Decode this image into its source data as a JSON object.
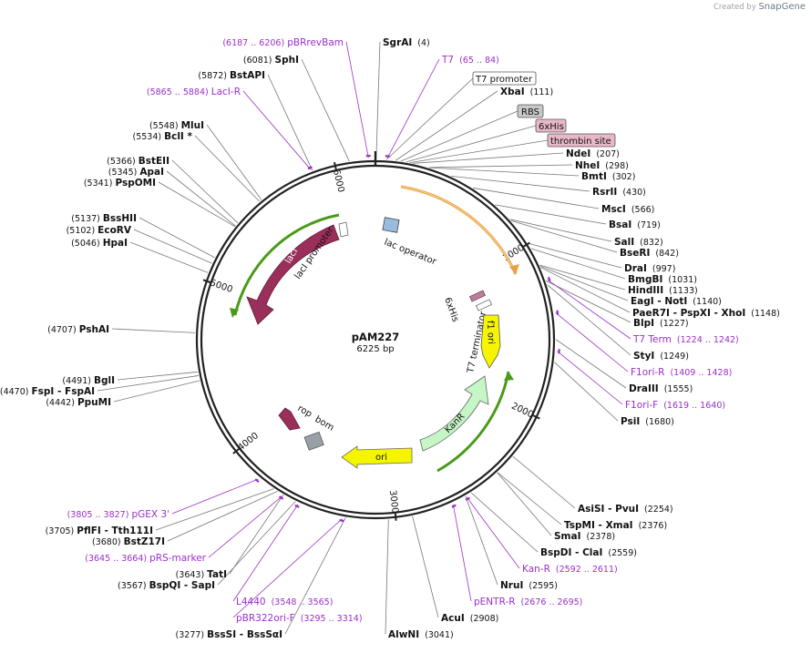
{
  "credit": {
    "created_by": "Created by",
    "brand": "SnapGene"
  },
  "plasmid": {
    "name": "pAM227",
    "size": "6225 bp"
  },
  "ticks": [
    "1000",
    "2000",
    "3000",
    "4000",
    "5000",
    "6000"
  ],
  "enzymes_right": [
    {
      "name": "SgrAI",
      "coord": "(4)"
    },
    {
      "name": "XbaI",
      "coord": "(111)"
    },
    {
      "name": "NdeI",
      "coord": "(207)"
    },
    {
      "name": "NheI",
      "coord": "(298)"
    },
    {
      "name": "BmtI",
      "coord": "(302)"
    },
    {
      "name": "RsrII",
      "coord": "(430)"
    },
    {
      "name": "MscI",
      "coord": "(566)"
    },
    {
      "name": "BsaI",
      "coord": "(719)"
    },
    {
      "name": "SalI",
      "coord": "(832)"
    },
    {
      "name": "BseRI",
      "coord": "(842)"
    },
    {
      "name": "DraI",
      "coord": "(997)"
    },
    {
      "name": "BmgBI",
      "coord": "(1031)"
    },
    {
      "name": "HindIII",
      "coord": "(1133)"
    },
    {
      "name": "EagI - NotI",
      "coord": "(1140)"
    },
    {
      "name": "PaeR7I - PspXI - XhoI",
      "coord": "(1148)"
    },
    {
      "name": "BlpI",
      "coord": "(1227)"
    },
    {
      "name": "StyI",
      "coord": "(1249)"
    },
    {
      "name": "DraIII",
      "coord": "(1555)"
    },
    {
      "name": "PsiI",
      "coord": "(1680)"
    },
    {
      "name": "AsiSI - PvuI",
      "coord": "(2254)"
    },
    {
      "name": "TspMI - XmaI",
      "coord": "(2376)"
    },
    {
      "name": "SmaI",
      "coord": "(2378)"
    },
    {
      "name": "BspDI - ClaI",
      "coord": "(2559)"
    },
    {
      "name": "NruI",
      "coord": "(2595)"
    },
    {
      "name": "AcuI",
      "coord": "(2908)"
    },
    {
      "name": "AlwNI",
      "coord": "(3041)"
    }
  ],
  "enzymes_left": [
    {
      "name": "SphI",
      "coord": "(6081)"
    },
    {
      "name": "BstAPI",
      "coord": "(5872)"
    },
    {
      "name": "MluI",
      "coord": "(5548)"
    },
    {
      "name": "BclI *",
      "coord": "(5534)"
    },
    {
      "name": "BstEII",
      "coord": "(5366)"
    },
    {
      "name": "ApaI",
      "coord": "(5345)"
    },
    {
      "name": "PspOMI",
      "coord": "(5341)"
    },
    {
      "name": "BssHII",
      "coord": "(5137)"
    },
    {
      "name": "EcoRV",
      "coord": "(5102)"
    },
    {
      "name": "HpaI",
      "coord": "(5046)"
    },
    {
      "name": "PshAI",
      "coord": "(4707)"
    },
    {
      "name": "BglI",
      "coord": "(4491)"
    },
    {
      "name": "FspI - FspAI",
      "coord": "(4470)"
    },
    {
      "name": "PpuMI",
      "coord": "(4442)"
    },
    {
      "name": "PflFI - Tth111I",
      "coord": "(3705)"
    },
    {
      "name": "BstZ17I",
      "coord": "(3680)"
    },
    {
      "name": "TatI",
      "coord": "(3643)"
    },
    {
      "name": "BspQI - SapI",
      "coord": "(3567)"
    },
    {
      "name": "BssSI - BssSαI",
      "coord": "(3277)"
    }
  ],
  "primers": [
    {
      "name": "pBRrevBam",
      "coord": "(6187 .. 6206)"
    },
    {
      "name": "T7",
      "coord": "(65 .. 84)"
    },
    {
      "name": "LacI-R",
      "coord": "(5865 .. 5884)"
    },
    {
      "name": "T7 Term",
      "coord": "(1224 .. 1242)"
    },
    {
      "name": "F1ori-R",
      "coord": "(1409 .. 1428)"
    },
    {
      "name": "F1ori-F",
      "coord": "(1619 .. 1640)"
    },
    {
      "name": "pGEX 3'",
      "coord": "(3805 .. 3827)"
    },
    {
      "name": "pRS-marker",
      "coord": "(3645 .. 3664)"
    },
    {
      "name": "L4440",
      "coord": "(3548 .. 3565)"
    },
    {
      "name": "pBR322ori-F",
      "coord": "(3295 .. 3314)"
    },
    {
      "name": "Kan-R",
      "coord": "(2592 .. 2611)"
    },
    {
      "name": "pENTR-R",
      "coord": "(2676 .. 2695)"
    }
  ],
  "boxed_features": [
    {
      "name": "T7 promoter",
      "color": "#ffffff"
    },
    {
      "name": "RBS",
      "color": "#c8c8c8"
    },
    {
      "name": "6xHis",
      "color": "#e8b7c8"
    },
    {
      "name": "thrombin site",
      "color": "#e8b7c8"
    }
  ],
  "features": {
    "lacI": "lacI",
    "lacI_promoter": "lacI promoter",
    "lac_operator": "lac operator",
    "sixHis_inner": "6xHis",
    "T7_terminator": "T7 terminator",
    "f1_ori": "f1 ori",
    "KanR": "KanR",
    "ori": "ori",
    "rop": "rop",
    "bom": "bom"
  },
  "colors": {
    "backbone": "#222222",
    "primer": "#9b2fc9",
    "lacI": "#9b2f5c",
    "yellow": "#f5f500",
    "kanr": "#c6f5c6",
    "orange_arc": "#e8a040",
    "green_arc": "#4a9a1a"
  }
}
